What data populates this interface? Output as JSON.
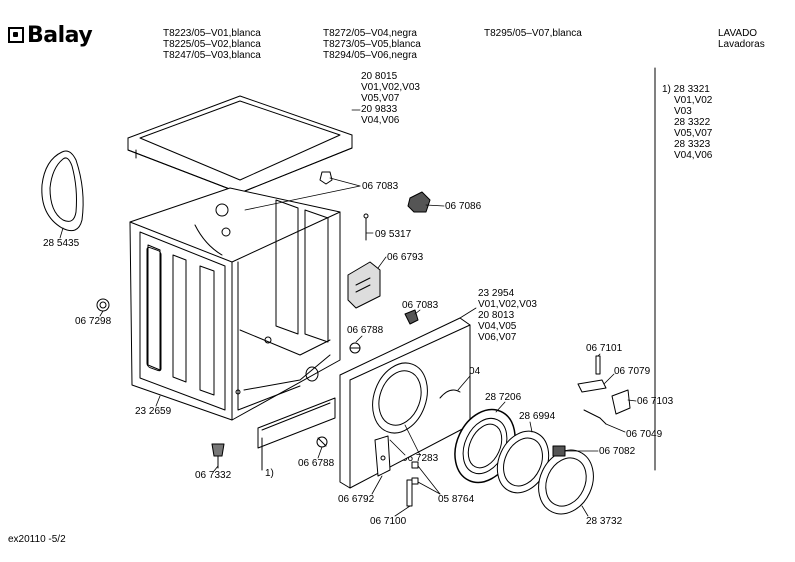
{
  "brand": "Balay",
  "models": {
    "col1": [
      "T8223/05–V01,blanca",
      "T8225/05–V02,blanca",
      "T8247/05–V03,blanca"
    ],
    "col2": [
      "T8272/05–V04,negra",
      "T8273/05–V05,blanca",
      "T8294/05–V06,negra"
    ],
    "col3": [
      "T8295/05–V07,blanca"
    ]
  },
  "category": [
    "LAVADO",
    "Lavadoras"
  ],
  "note_block": [
    "1)  28 3321",
    "V01,V02",
    "V03",
    "28 3322",
    "V05,V07",
    "28 3323",
    "V04,V06"
  ],
  "footer": "ex20110 -5/2",
  "parts": {
    "top_cover": [
      "20 8015",
      "V01,V02,V03",
      "V05,V07",
      "20 9833",
      "V04,V06"
    ],
    "p067083a": "06 7083",
    "p067086": "06 7086",
    "p095317": "09 5317",
    "p066793": "06 6793",
    "p285435": "28 5435",
    "p067298": "06 7298",
    "p067083b": "06 7083",
    "front_panel": [
      "23 2954",
      "V01,V02,V03",
      "20 8013",
      "V04,V05",
      "V06,V07"
    ],
    "p066788a": "06 6788",
    "p066804": "06 6804",
    "p287206": "28 7206",
    "p067101": "06 7101",
    "p067079": "06 7079",
    "p067103": "06 7103",
    "p067049": "06 7049",
    "p286994": "28 6994",
    "p067082": "06 7082",
    "p232659": "23 2659",
    "p067283": "06 7283",
    "p066788b": "06 6788",
    "p067332": "06 7332",
    "note_ref": "1)",
    "p066792": "06 6792",
    "p058764": "05 8764",
    "p067100": "06 7100",
    "p283732": "28 3732"
  }
}
